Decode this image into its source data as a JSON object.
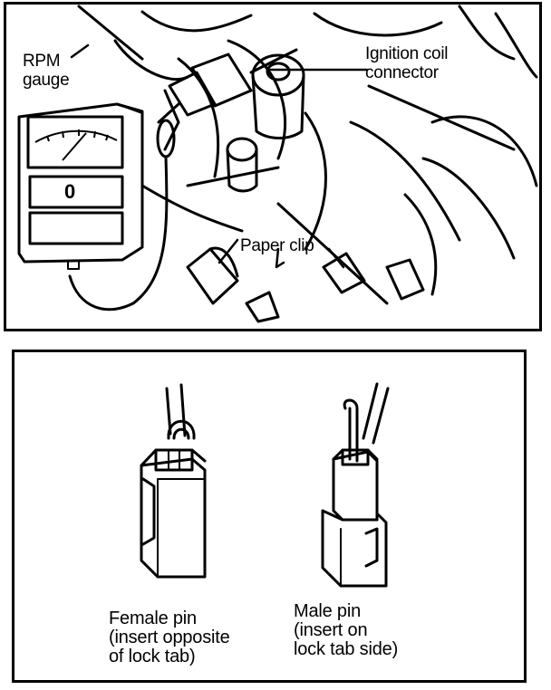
{
  "top_panel": {
    "labels": {
      "rpm_gauge": "RPM\ngauge",
      "ignition_coil_connector": "Ignition coil\nconnector",
      "paper_clip": "Paper clip"
    },
    "gauge_display": "0"
  },
  "bottom_panel": {
    "female_caption": "Female pin\n(insert opposite\nof lock tab)",
    "male_caption": "Male pin\n(insert on\nlock tab side)"
  },
  "colors": {
    "ink": "#000000",
    "paper": "#ffffff"
  }
}
